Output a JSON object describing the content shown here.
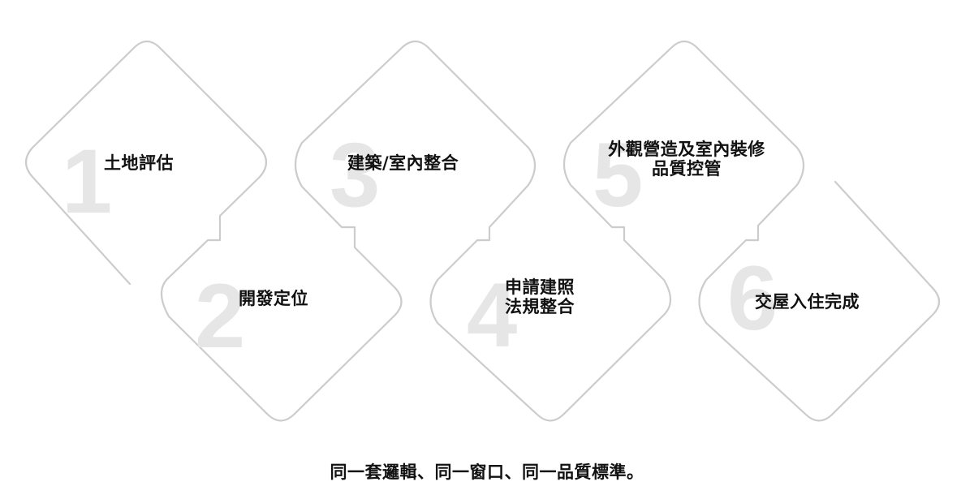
{
  "colors": {
    "outline": "#cccccc",
    "numeral": "#e6e6e6",
    "text": "#111111",
    "background": "#ffffff"
  },
  "steps": [
    {
      "number": "1",
      "label": "土地評估"
    },
    {
      "number": "2",
      "label": "開發定位"
    },
    {
      "number": "3",
      "label": "建築/室內整合"
    },
    {
      "number": "4",
      "label_line1": "申請建照",
      "label_line2": "法規整合"
    },
    {
      "number": "5",
      "label_line1": "外觀營造及室內裝修",
      "label_line2": "品質控管"
    },
    {
      "number": "6",
      "label": "交屋入住完成"
    }
  ],
  "footer": {
    "tagline": "同一套邏輯、同一窗口、同一品質標準。"
  }
}
